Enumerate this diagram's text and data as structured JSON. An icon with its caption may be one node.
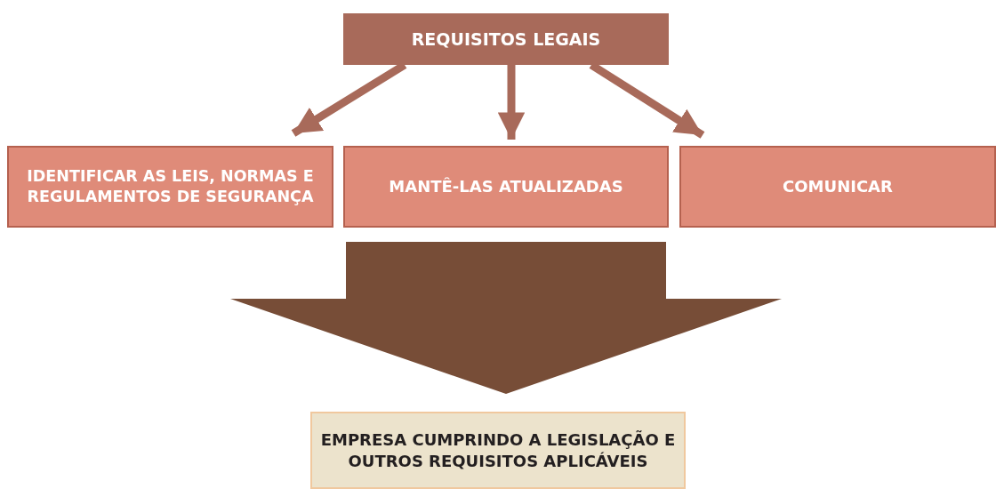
{
  "diagram": {
    "nodes": [
      {
        "text": [
          "REQUISITOS LEGAIS"
        ]
      },
      {
        "text": [
          "IDENTIFICAR AS LEIS, NORMAS E REGULAMENTOS DE SEGURANÇA"
        ]
      },
      {
        "text": [
          "MANTÊ-LAS ATUALIZADAS"
        ]
      },
      {
        "text": [
          "COMUNICAR"
        ]
      },
      {
        "text": [
          "EMPRESA CUMPRINDO A LEGISLAÇÃO E OUTROS REQUISITOS APLICÁVEIS"
        ]
      }
    ],
    "edges": [
      {
        "from": 0,
        "to": 1,
        "arrow": "to"
      },
      {
        "from": 0,
        "to": 2,
        "arrow": "to"
      },
      {
        "from": 0,
        "to": 3,
        "arrow": "to"
      },
      {
        "from": 2,
        "to": 4,
        "arrow": "to",
        "style": "thick",
        "color": "#774d37"
      }
    ]
  }
}
